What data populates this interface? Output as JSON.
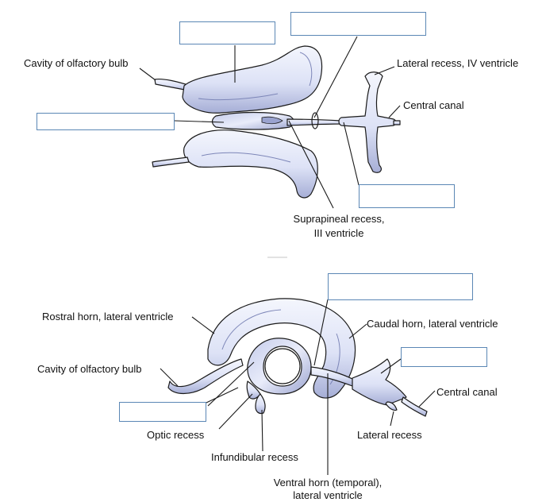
{
  "colors": {
    "ventricle_fill": "#dde2f6",
    "ventricle_shade": "#9aa3cf",
    "outline": "#1a1a1a",
    "box_border": "#5b87b5"
  },
  "top_view": {
    "labels": {
      "olfactory": "Cavity of olfactory bulb",
      "lateral_recess": "Lateral recess, IV ventricle",
      "central_canal": "Central canal",
      "suprapineal_line1": "Suprapineal recess,",
      "suprapineal_line2": "III ventricle"
    }
  },
  "side_view": {
    "labels": {
      "rostral": "Rostral horn, lateral ventricle",
      "caudal": "Caudal horn, lateral ventricle",
      "olfactory": "Cavity of olfactory bulb",
      "central_canal": "Central canal",
      "optic": "Optic recess",
      "lateral_recess": "Lateral recess",
      "infundibular": "Infundibular recess",
      "ventral_line1": "Ventral horn (temporal),",
      "ventral_line2": "lateral ventricle"
    }
  }
}
